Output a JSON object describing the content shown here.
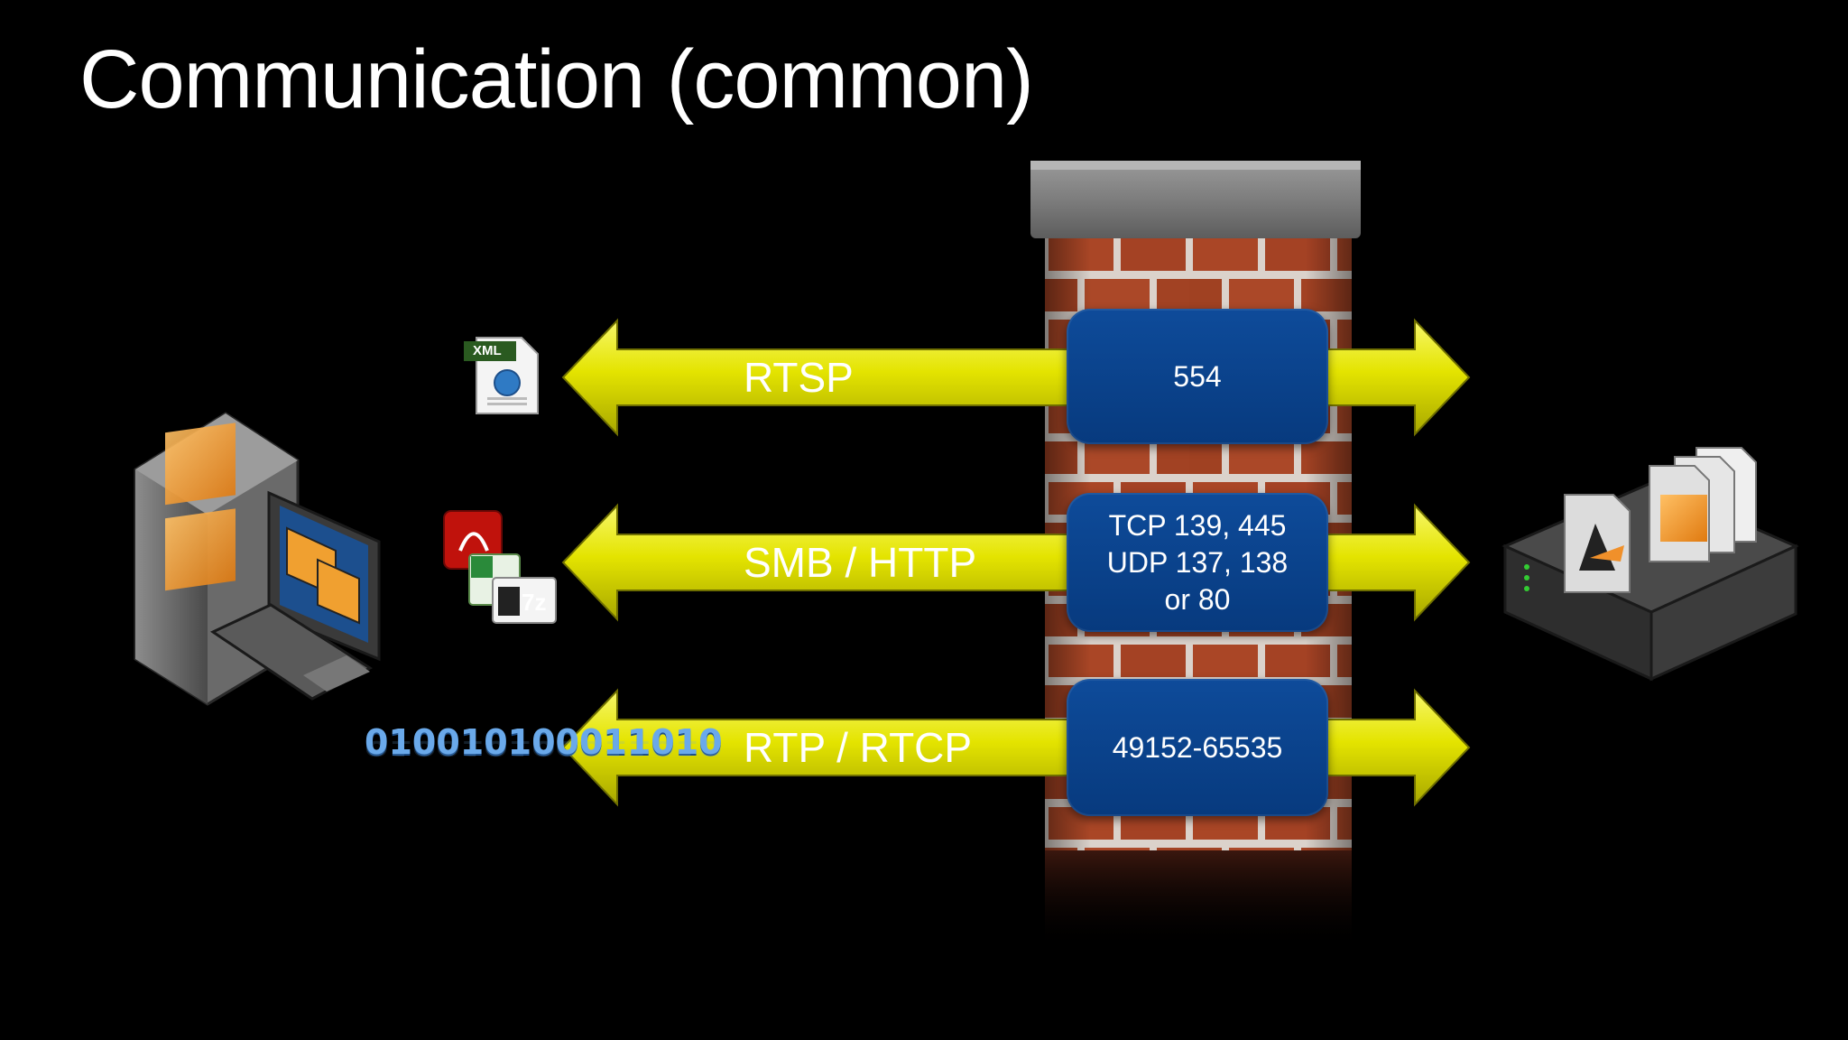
{
  "title": "Communication (common)",
  "connections": [
    {
      "protocol": "RTSP",
      "ports": [
        "554"
      ]
    },
    {
      "protocol": "SMB / HTTP",
      "ports": [
        "TCP 139, 445",
        "UDP 137, 138",
        "or 80"
      ]
    },
    {
      "protocol": "RTP / RTCP",
      "ports": [
        "49152-65535"
      ]
    }
  ],
  "icons": {
    "xml_badge": "XML",
    "archive_badge": "7z",
    "binary_stream": "010010100011010"
  },
  "colors": {
    "background": "#000000",
    "arrow": "#e8e800",
    "port_box": "#0a4390",
    "brick": "#b04a2a",
    "mortar": "#d9d0c8",
    "binary": "#6aa9ea"
  }
}
